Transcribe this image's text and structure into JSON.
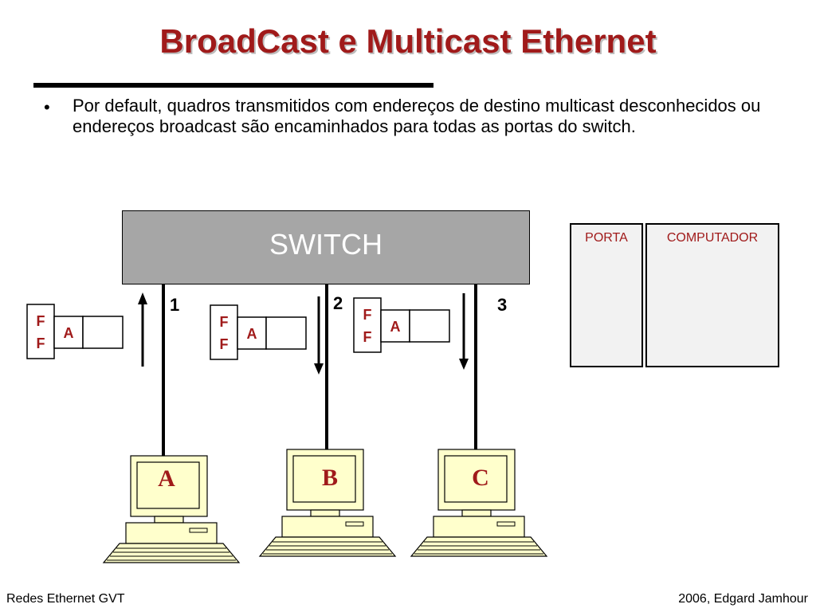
{
  "slide": {
    "title": "BroadCast e Multicast Ethernet",
    "bullet_marker": "•",
    "bullet_text": "Por default, quadros transmitidos com endereços de destino multicast desconhecidos ou endereços broadcast são encaminhados para todas as portas do switch."
  },
  "diagram": {
    "switch_label": "SWITCH",
    "ports": [
      "1",
      "2",
      "3"
    ],
    "computers": [
      "A",
      "B",
      "C"
    ],
    "frame": {
      "dest_line1": "F",
      "dest_line2": "F",
      "source": "A"
    },
    "table": {
      "col1_header": "PORTA",
      "col2_header": "COMPUTADOR"
    }
  },
  "footer": {
    "left": "Redes Ethernet GVT",
    "right": "2006, Edgard Jamhour"
  },
  "colors": {
    "title": "#a01a1a",
    "switch_fill": "#a6a6a6",
    "pc_fill": "#ffffcc",
    "table_fill": "#f2f2f2"
  }
}
